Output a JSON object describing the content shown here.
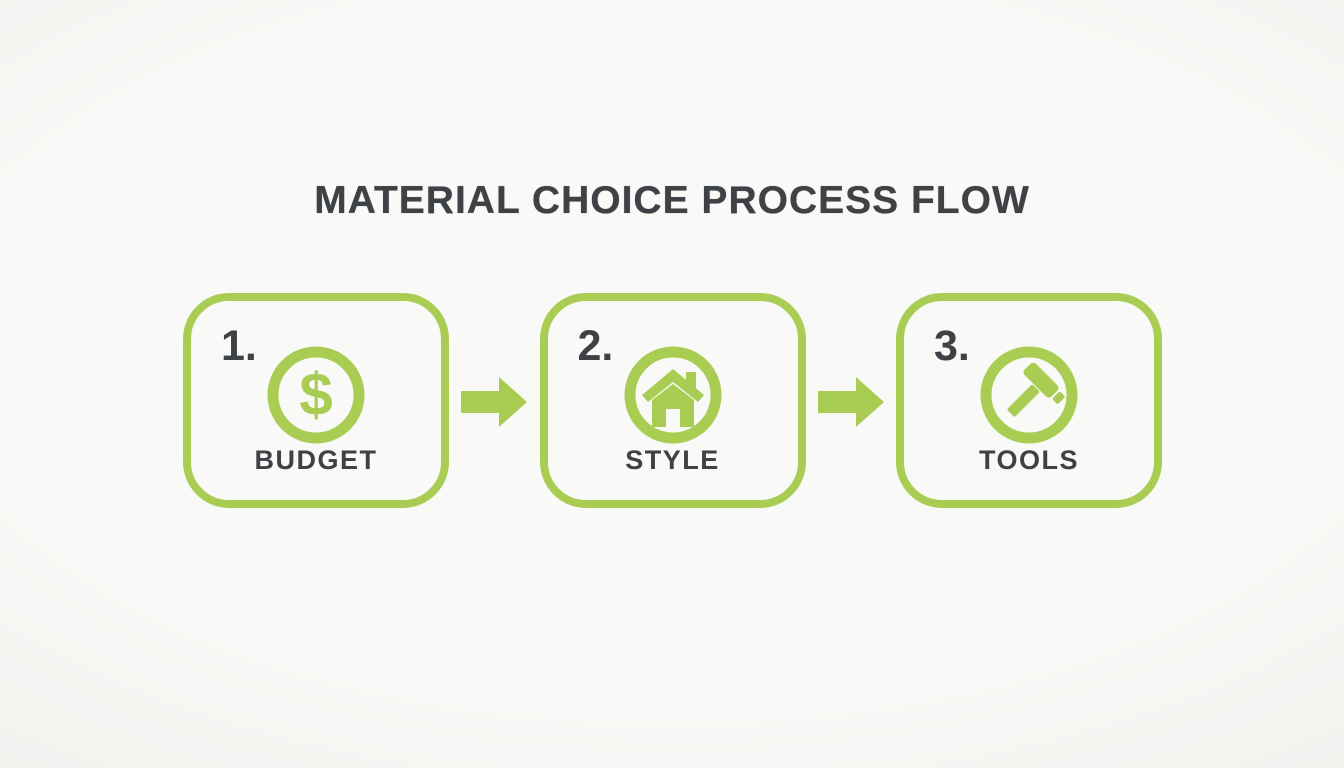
{
  "title": "MATERIAL CHOICE PROCESS FLOW",
  "steps": [
    {
      "number": "1.",
      "label": "BUDGET",
      "icon": "dollar-circle-icon"
    },
    {
      "number": "2.",
      "label": "STYLE",
      "icon": "house-circle-icon"
    },
    {
      "number": "3.",
      "label": "TOOLS",
      "icon": "hammer-circle-icon"
    }
  ],
  "glyphs": {
    "dollar": "$"
  },
  "colors": {
    "accent_green": "#a8cd52",
    "text_dark": "#3e4145",
    "background": "#f6f6f3"
  }
}
